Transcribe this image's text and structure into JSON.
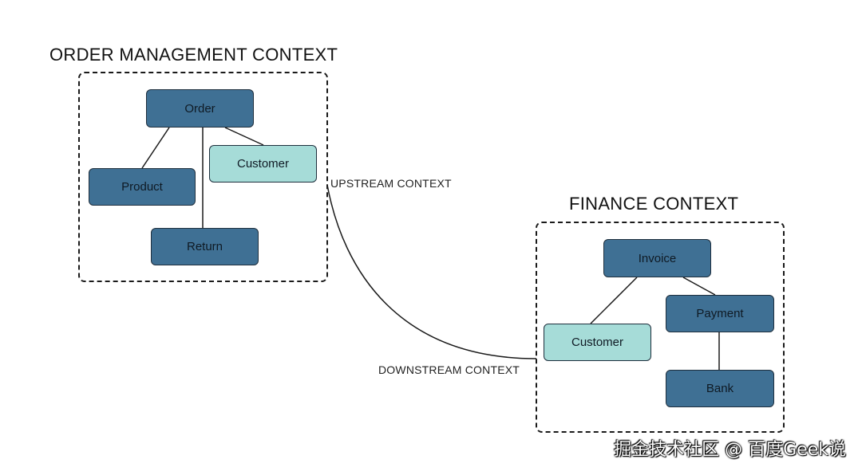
{
  "order_context": {
    "title": "ORDER MANAGEMENT CONTEXT",
    "nodes": {
      "order": "Order",
      "customer": "Customer",
      "product": "Product",
      "return": "Return"
    }
  },
  "finance_context": {
    "title": "FINANCE CONTEXT",
    "nodes": {
      "invoice": "Invoice",
      "payment": "Payment",
      "customer": "Customer",
      "bank": "Bank"
    }
  },
  "relation": {
    "upstream_label": "UPSTREAM CONTEXT",
    "downstream_label": "DOWNSTREAM CONTEXT"
  },
  "watermark": "掘金技术社区 @ 百度Geek说",
  "colors": {
    "entity": "#3f7094",
    "shared": "#a6dcd8",
    "line": "#1a1a1a"
  }
}
